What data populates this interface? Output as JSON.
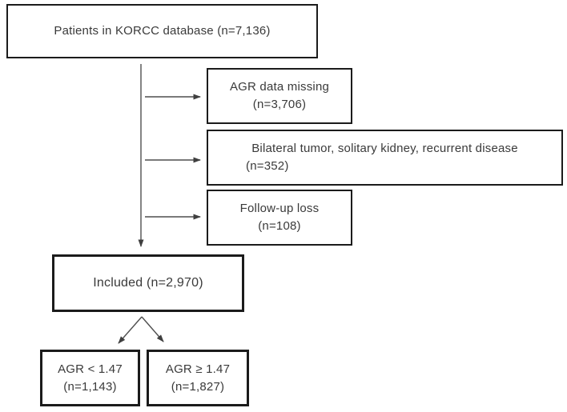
{
  "diagram": {
    "type": "flowchart",
    "background": "#ffffff",
    "colors": {
      "box_border": "#1b1b1b",
      "text": "#3a3a3a",
      "arrow": "#4f4f4f"
    },
    "boxes": {
      "source": {
        "line1": "Patients in KORCC database (n=7,136)"
      },
      "excluded_agr_missing": {
        "line1": "AGR data missing",
        "line2": "(n=3,706)"
      },
      "excluded_bilateral": {
        "line1": "Bilateral tumor, solitary kidney, recurrent disease",
        "line2": "(n=352)"
      },
      "excluded_followup": {
        "line1": "Follow-up loss",
        "line2": "(n=108)"
      },
      "included": {
        "line1": "Included (n=2,970)"
      },
      "group_agr_low": {
        "line1": "AGR < 1.47",
        "line2": "(n=1,143)"
      },
      "group_agr_high": {
        "line1": "AGR ≥ 1.47",
        "line2": "(n=1,827)"
      }
    }
  }
}
